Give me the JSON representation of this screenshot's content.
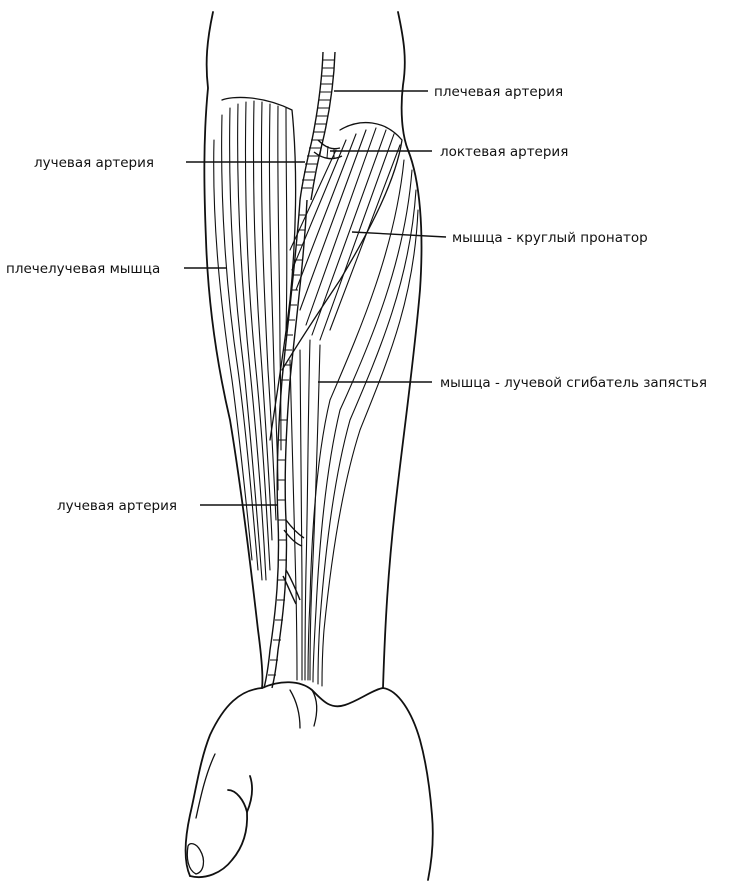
{
  "labels": {
    "brachial_artery": "плечевая артерия",
    "ulnar_artery": "локтевая артерия",
    "radial_artery_top": "лучевая артерия",
    "pronator_teres": "мышца - круглый пронатор",
    "brachioradialis": "плечелучевая мышца",
    "flexor_carpi_radialis": "мышца - лучевой сгибатель запястья",
    "radial_artery_bottom": "лучевая артерия"
  }
}
